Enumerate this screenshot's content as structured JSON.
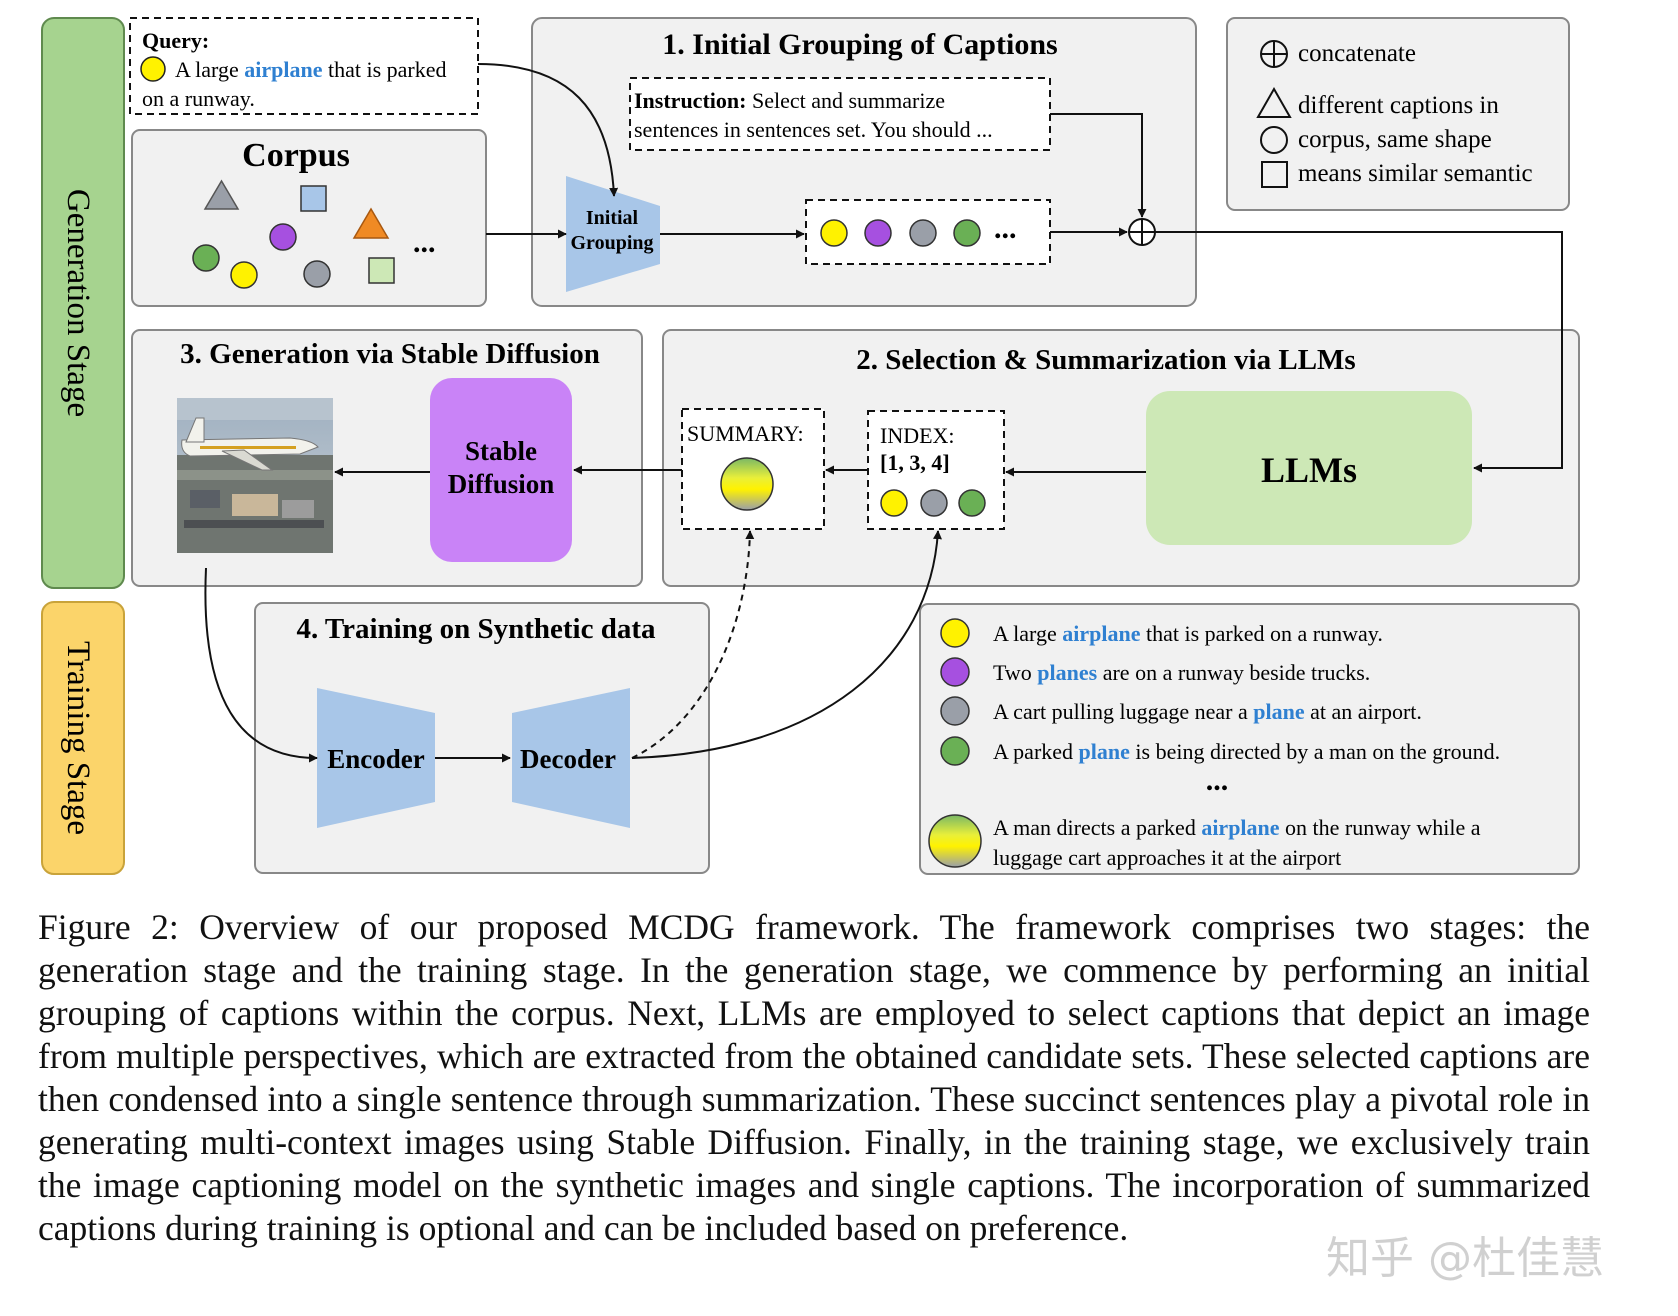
{
  "stages": {
    "generation": "Generation Stage",
    "training": "Training Stage"
  },
  "query": {
    "label": "Query:",
    "pre": "A large ",
    "highlight": "airplane",
    "post": " that is parked",
    "line2": "on a runway."
  },
  "corpus": {
    "title": "Corpus",
    "ellipsis": "..."
  },
  "initial_grouping": {
    "title": "1. Initial Grouping of Captions",
    "instruction_label": "Instruction:",
    "instruction_line1": " Select and summarize",
    "instruction_line2": "sentences in sentences set. You should  ...",
    "block_line1": "Initial",
    "block_line2": "Grouping",
    "ellipsis": "..."
  },
  "legend": {
    "concatenate": "concatenate",
    "line1": "different captions in",
    "line2": "corpus, same shape",
    "line3": "means similar semantic"
  },
  "selection": {
    "title": "2. Selection &  Summarization via LLMs",
    "summary_label": "SUMMARY:",
    "index_label": "INDEX:",
    "index_value": "[1, 3, 4]",
    "llm_label": "LLMs"
  },
  "generation": {
    "title": "3. Generation via Stable Diffusion",
    "sd_line1": "Stable",
    "sd_line2": "Diffusion"
  },
  "training": {
    "title": "4. Training on Synthetic data",
    "encoder": "Encoder",
    "decoder": "Decoder"
  },
  "captions": {
    "c1_pre": "A large ",
    "c1_hl": "airplane",
    "c1_post": " that is parked on a runway.",
    "c2_pre": "Two ",
    "c2_hl": "planes",
    "c2_post": " are on a runway beside trucks.",
    "c3_pre": "A cart pulling luggage near a ",
    "c3_hl": "plane",
    "c3_post": " at an airport.",
    "c4_pre": "A parked ",
    "c4_hl": "plane",
    "c4_post": " is being directed by a man on the ground.",
    "ellipsis": "...",
    "c5_pre": "A man directs a parked ",
    "c5_hl": "airplane",
    "c5_post": " on the runway while a",
    "c5_line2": "luggage cart approaches it at the airport"
  },
  "figure_caption": "Figure 2: Overview of our proposed MCDG framework. The framework comprises two stages: the generation stage and the training stage. In the generation stage, we commence by performing an initial grouping of captions within the corpus. Next, LLMs are employed to select captions that depict an image from multiple perspectives, which are extracted from the obtained candidate sets. These selected captions are then condensed into a single sentence through summarization. These succinct sentences play a pivotal role in generating multi-context images using Stable Diffusion. Finally, in the training stage, we exclusively train the image captioning model on the synthetic images and single captions. The incorporation of summarized captions during training is optional and can be included based on preference.",
  "watermark": "知乎 @杜佳慧",
  "colors": {
    "generation_stage": "#a6d38f",
    "training_stage": "#fbd46a",
    "panel_fill": "#f1f1f1",
    "llm_fill": "#cde8b6",
    "stable_diffusion_fill": "#c983f7",
    "encoder_decoder_fill": "#a8c6e8",
    "highlight_text": "#2f80d1",
    "dot_yellow": "#fff200",
    "dot_purple": "#a650e0",
    "dot_gray": "#9a9fa8",
    "dot_green": "#6ab055"
  }
}
